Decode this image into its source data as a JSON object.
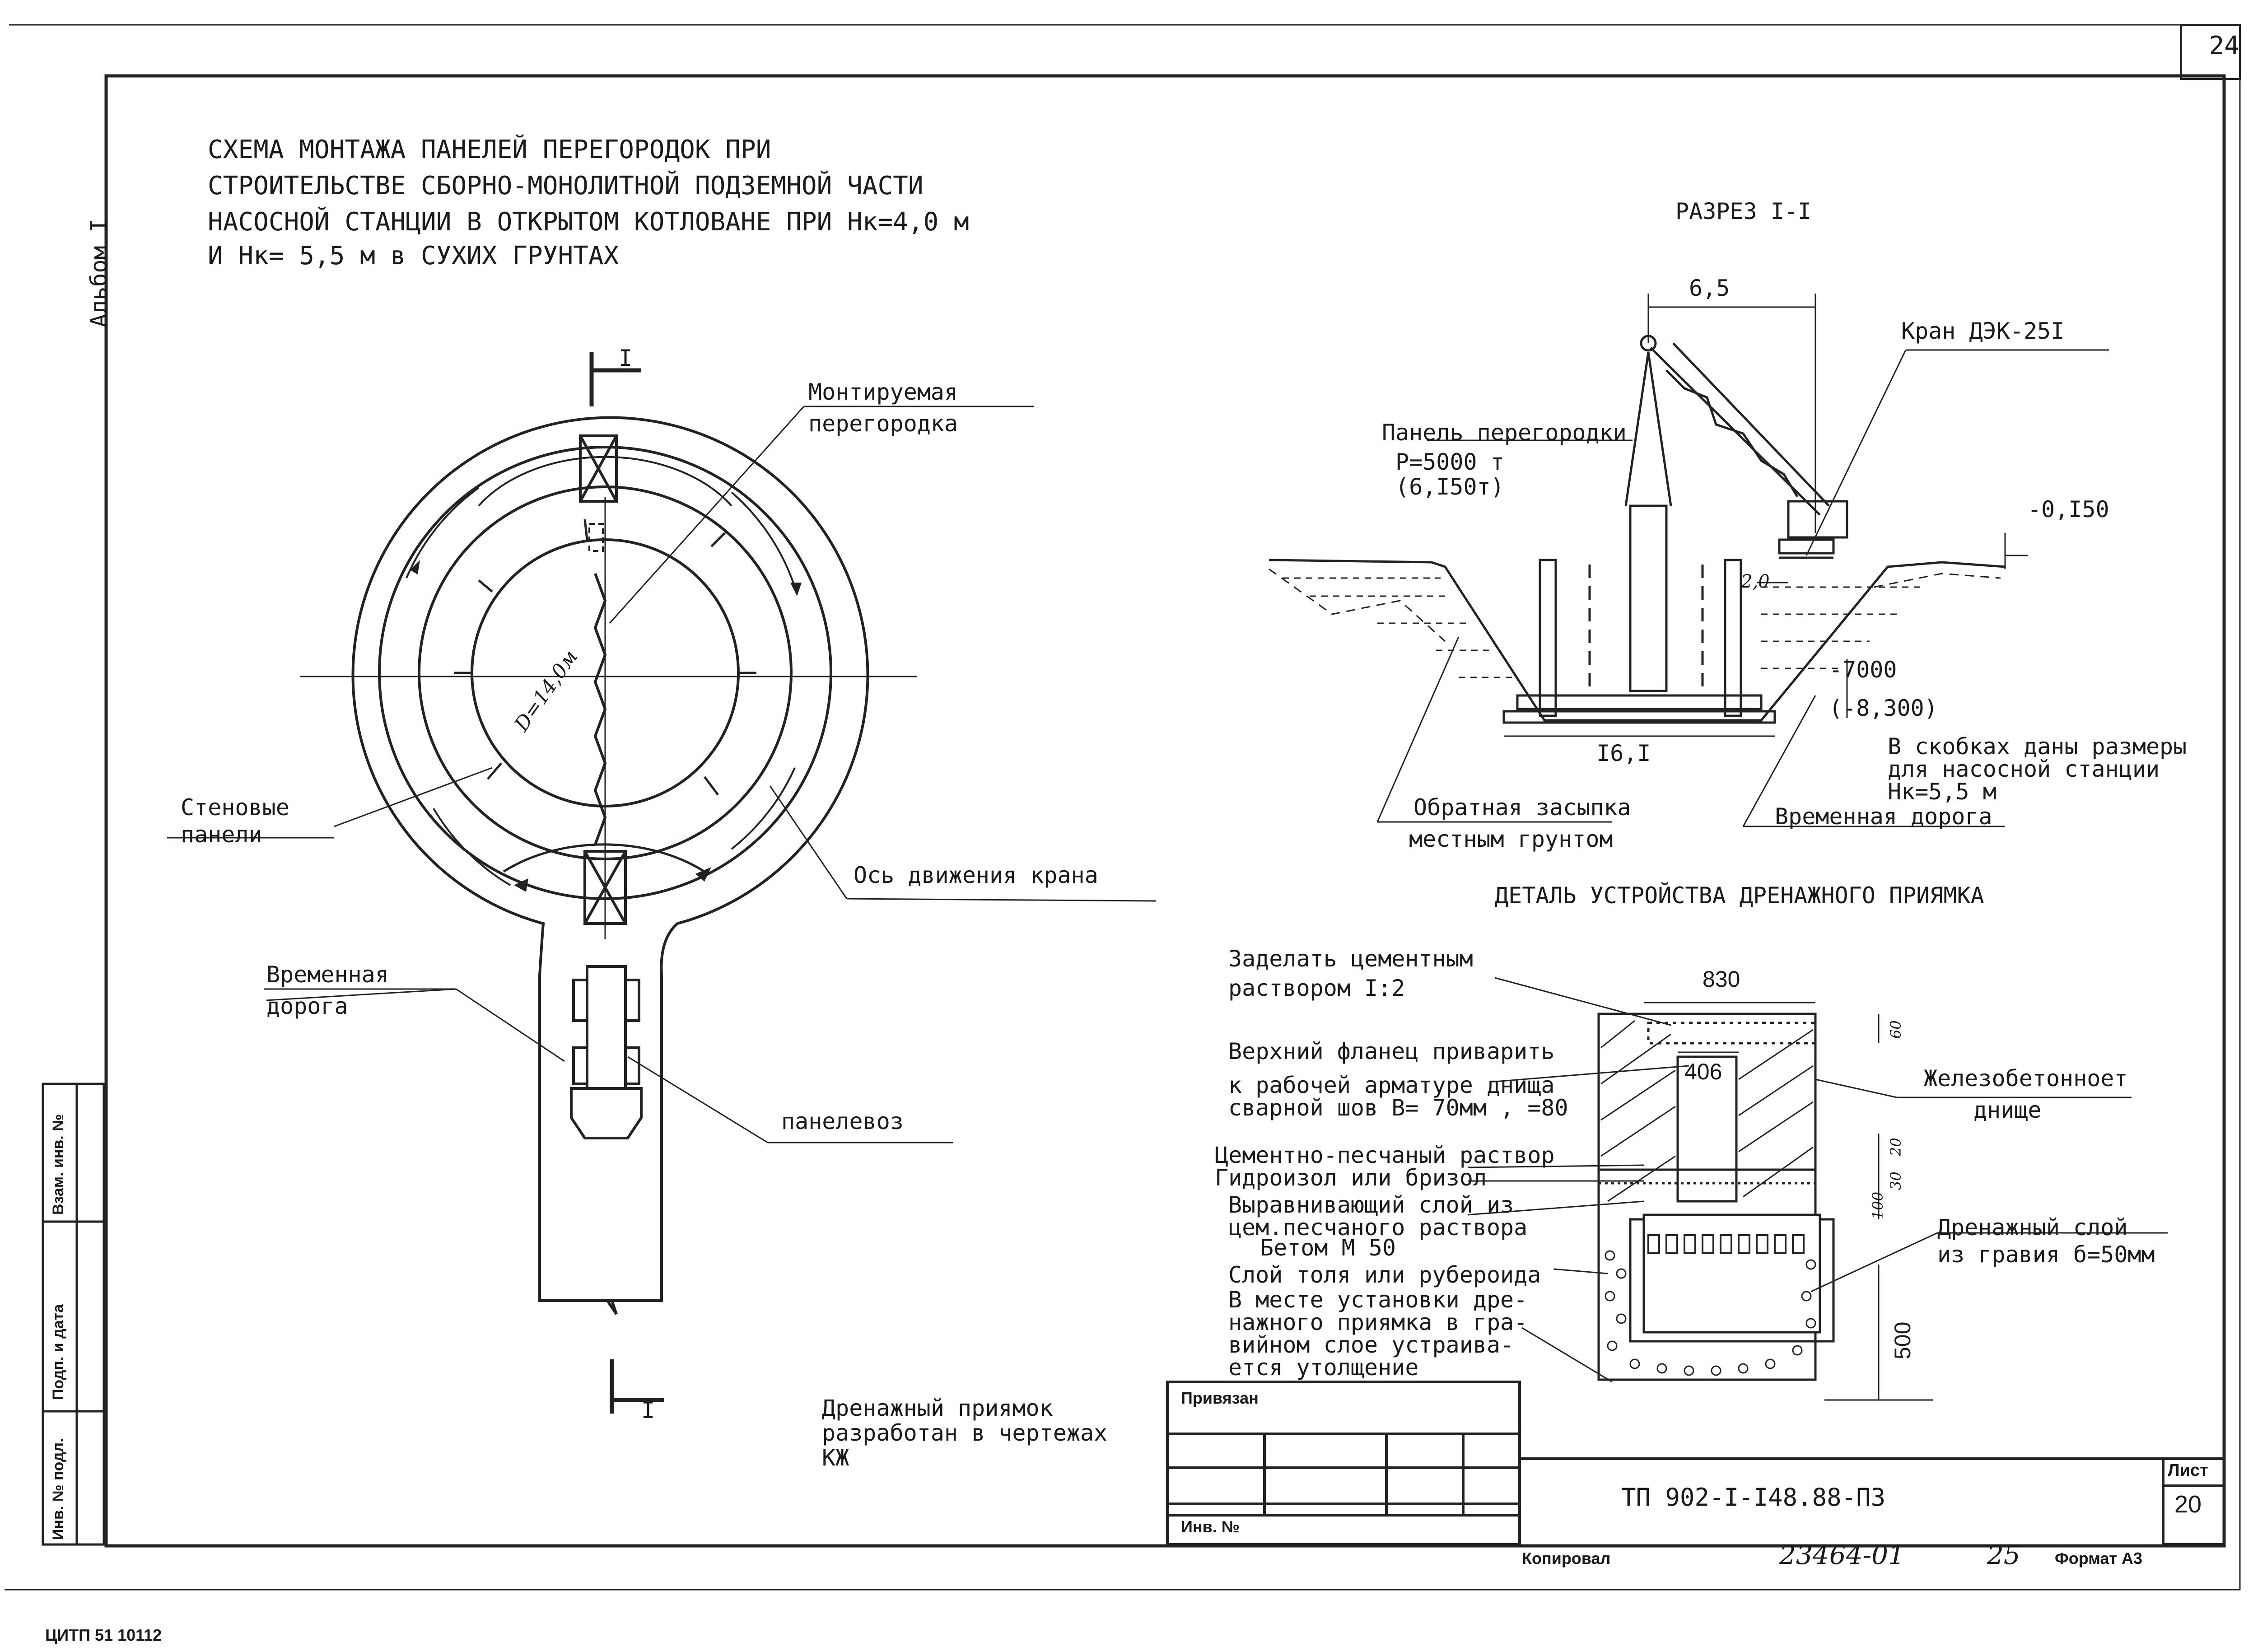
{
  "sheet": {
    "page_no": "24",
    "album": "Альбом I",
    "title_lines": [
      "СХЕМА МОНТАЖА ПАНЕЛЕЙ ПЕРЕГОРОДОК ПРИ",
      "СТРОИТЕЛЬСТВЕ СБОРНО-МОНОЛИТНОЙ ПОДЗЕМНОЙ ЧАСТИ",
      "НАСОСНОЙ СТАНЦИИ В ОТКРЫТОМ КОТЛОВАНЕ ПРИ Нк=4,0 м",
      "И Нк= 5,5 м в СУХИХ ГРУНТАХ"
    ]
  },
  "plan": {
    "section_mark": "I",
    "section_mark_bottom": "I",
    "diameter": "D=14,0м",
    "mounted_partition": [
      "Монтируемая",
      "перегородка"
    ],
    "wall_panels": [
      "Стеновые",
      "панели"
    ],
    "crane_axis": "Ось движения крана",
    "temp_road": [
      "Временная",
      "дорога"
    ],
    "panel_carrier": "панелевоз",
    "drain_note": [
      "Дренажный приямок",
      "разработан в чертежах",
      "КЖ"
    ]
  },
  "section": {
    "title": "РАЗРЕЗ I-I",
    "dim_top": "6,5",
    "crane": "Кран ДЭК-25I",
    "panel_label": [
      "Панель перегородки",
      "Р=5000 т",
      "(6,I50т)"
    ],
    "level_top": "-0,I50",
    "dim_small": "2,0",
    "level_bottom": "-7000",
    "level_bottom_alt": "(-8,300)",
    "width": "I6,I",
    "brackets_note": [
      "В скобках даны размеры",
      "для насосной станции",
      "Нк=5,5 м"
    ],
    "backfill": [
      "Обратная засыпка",
      "местным грунтом"
    ],
    "temp_road": "Временная дорога"
  },
  "detail": {
    "title": "ДЕТАЛЬ УСТРОЙСТВА ДРЕНАЖНОГО ПРИЯМКА",
    "dim_830": "830",
    "dim_406": "406",
    "dim_60": "60",
    "dim_20": "20",
    "dim_30": "30",
    "dim_100": "100",
    "dim_500": "500",
    "labels": {
      "seal": [
        "Заделать цементным",
        "раствором I:2"
      ],
      "flange": [
        "Верхний фланец приварить",
        "к рабочей арматуре днища",
        "сварной шов В= 70мм , =80"
      ],
      "rc_bottom": [
        "Железобетонноет",
        "днище"
      ],
      "cement_sand": "Цементно-песчаный раствор",
      "hydroisol": "Гидроизол или бризол",
      "leveling": [
        "Выравнивающий слой из",
        "цем.песчаного раствора"
      ],
      "concrete": "Бетом М 50",
      "tol": "Слой толя или рубероида",
      "thickening": [
        "В месте установки дре-",
        "нажного приямка в гра-",
        "вийном слое устраива-",
        "ется утолщение"
      ],
      "drain_layer": [
        "Дренажный слой",
        "из гравия б=50мм"
      ]
    }
  },
  "stamp": {
    "privyazan": "Привязан",
    "inv_no": "Инв. №",
    "code": "ТП 902-I-I48.88-ПЗ",
    "list_label": "Лист",
    "list_no": "20",
    "copied": "Копировал",
    "handwritten_no": "23464-01",
    "handwritten_page": "25",
    "format": "Формат А3",
    "side_cells": [
      "Взам. инв. №",
      "Подп. и дата",
      "Инв. № подл."
    ],
    "footer": "ЦИТП  51 10112"
  }
}
